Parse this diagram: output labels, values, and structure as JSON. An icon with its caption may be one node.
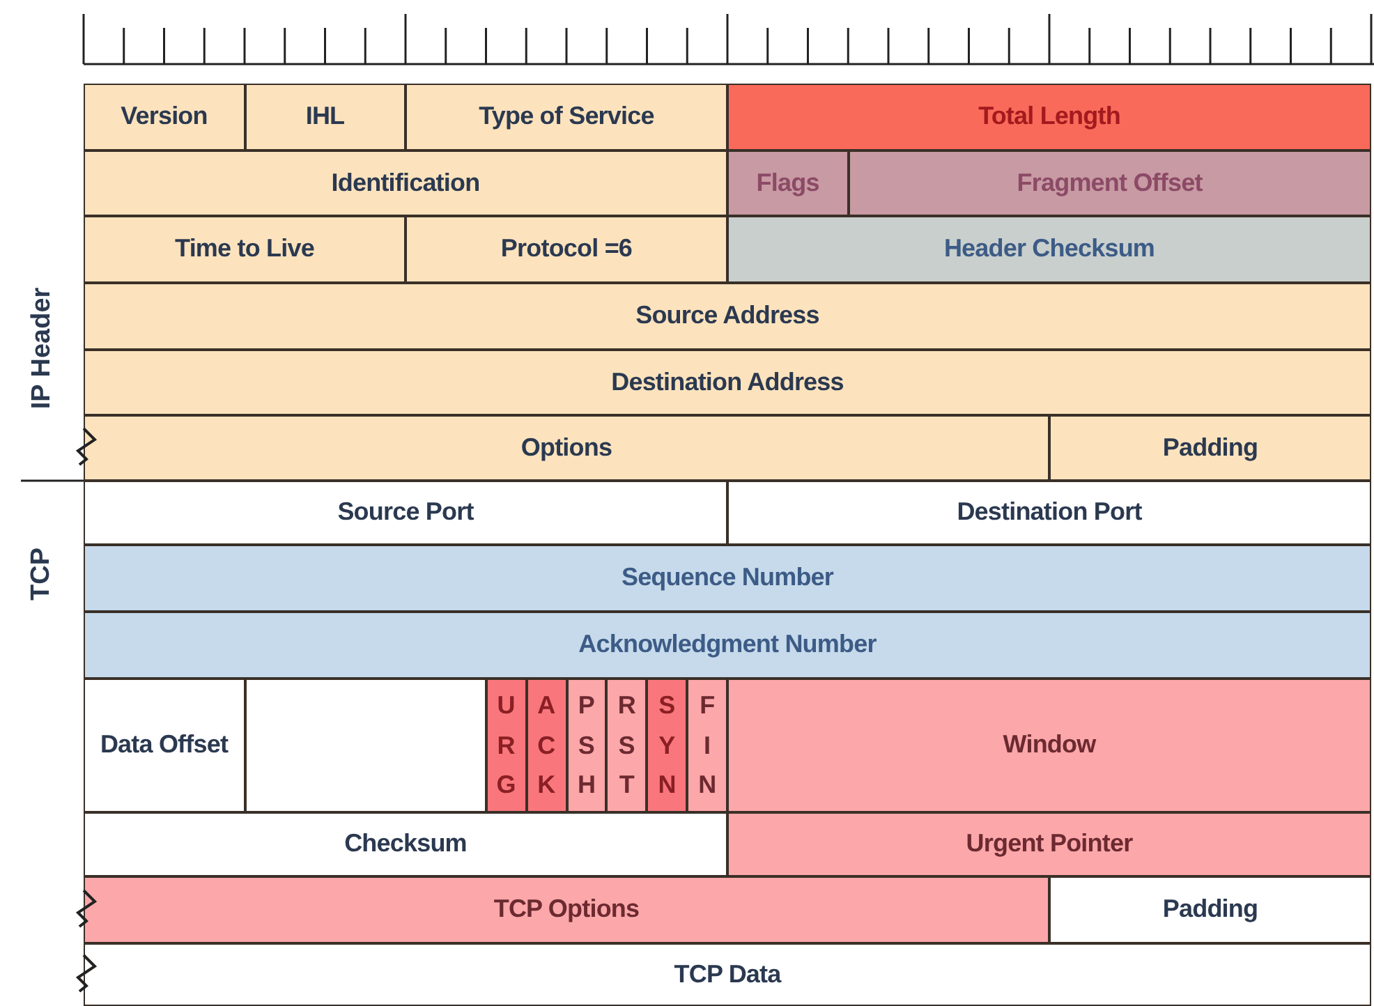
{
  "diagram": {
    "nodes": [
      {
        "text": [
          "Version"
        ]
      },
      {
        "text": [
          "IHL"
        ]
      },
      {
        "text": [
          "Type of Service"
        ]
      },
      {
        "text": [
          "Total Length"
        ]
      },
      {
        "text": [
          "Identification"
        ]
      },
      {
        "text": [
          "Flags"
        ]
      },
      {
        "text": [
          "Fragment Offset"
        ]
      },
      {
        "text": [
          "Time to Live"
        ]
      },
      {
        "text": [
          "Protocol =6"
        ]
      },
      {
        "text": [
          "Header Checksum"
        ]
      },
      {
        "text": [
          "Source Address"
        ]
      },
      {
        "text": [
          "Destination Address"
        ]
      },
      {
        "text": [
          "Options"
        ]
      },
      {
        "text": [
          "Padding"
        ]
      },
      {
        "text": [
          "Source Port"
        ]
      },
      {
        "text": [
          "Destination Port"
        ]
      },
      {
        "text": [
          "Sequence Number"
        ]
      },
      {
        "text": [
          "Acknowledgment Number"
        ]
      },
      {
        "text": [
          "Data Offset"
        ]
      },
      {
        "text": [],
        "shape": "box"
      },
      {
        "text": [
          "URG"
        ]
      },
      {
        "text": [
          "ACK"
        ]
      },
      {
        "text": [
          "PSH"
        ]
      },
      {
        "text": [
          "RST"
        ]
      },
      {
        "text": [
          "SYN"
        ]
      },
      {
        "text": [
          "FIN"
        ]
      },
      {
        "text": [
          "Window"
        ]
      },
      {
        "text": [
          "Checksum"
        ]
      },
      {
        "text": [
          "Urgent Pointer"
        ]
      },
      {
        "text": [
          "TCP Options"
        ]
      },
      {
        "text": [
          "Padding"
        ]
      },
      {
        "text": [
          "TCP Data"
        ]
      }
    ],
    "labels": [
      "IP Header",
      "TCP"
    ]
  }
}
